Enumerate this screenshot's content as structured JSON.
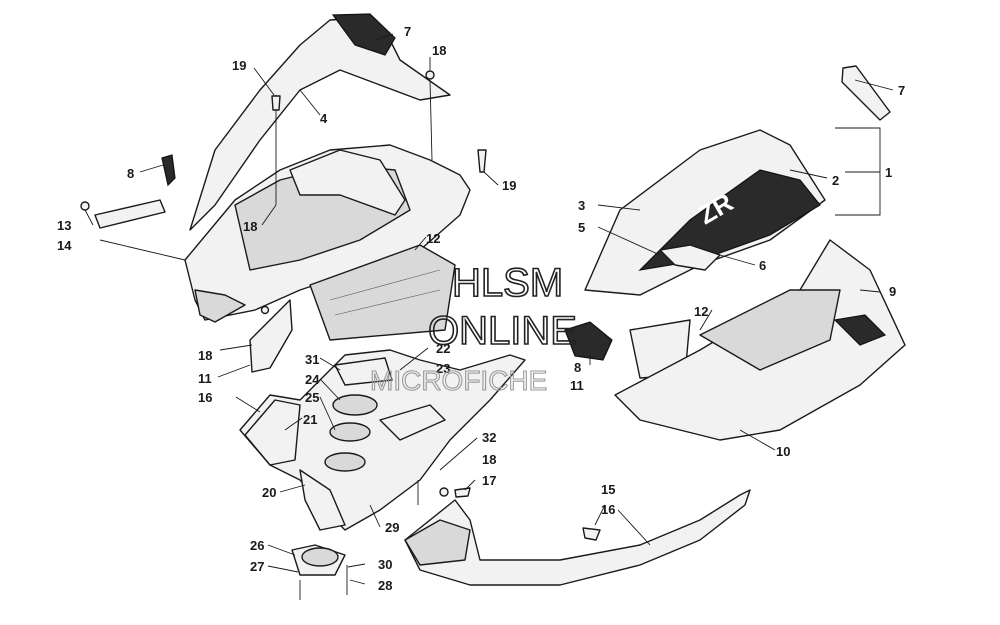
{
  "watermark": {
    "line1": "HLSM",
    "line2": "ONLINE",
    "line3": "MICROFICHE"
  },
  "callouts": {
    "c1": "1",
    "c2": "2",
    "c3": "3",
    "c4": "4",
    "c5": "5",
    "c6": "6",
    "c7a": "7",
    "c7b": "7",
    "c8a": "8",
    "c8b": "8",
    "c9": "9",
    "c10": "10",
    "c11a": "11",
    "c11b": "11",
    "c12a": "12",
    "c12b": "12",
    "c13": "13",
    "c14": "14",
    "c15": "15",
    "c16a": "16",
    "c16b": "16",
    "c17": "17",
    "c18a": "18",
    "c18b": "18",
    "c18c": "18",
    "c18d": "18",
    "c19a": "19",
    "c19b": "19",
    "c20": "20",
    "c21": "21",
    "c22": "22",
    "c23": "23",
    "c24": "24",
    "c25": "25",
    "c26": "26",
    "c27": "27",
    "c28": "28",
    "c29": "29",
    "c30": "30",
    "c31": "31",
    "c32": "32"
  },
  "decal_text": "ZR"
}
